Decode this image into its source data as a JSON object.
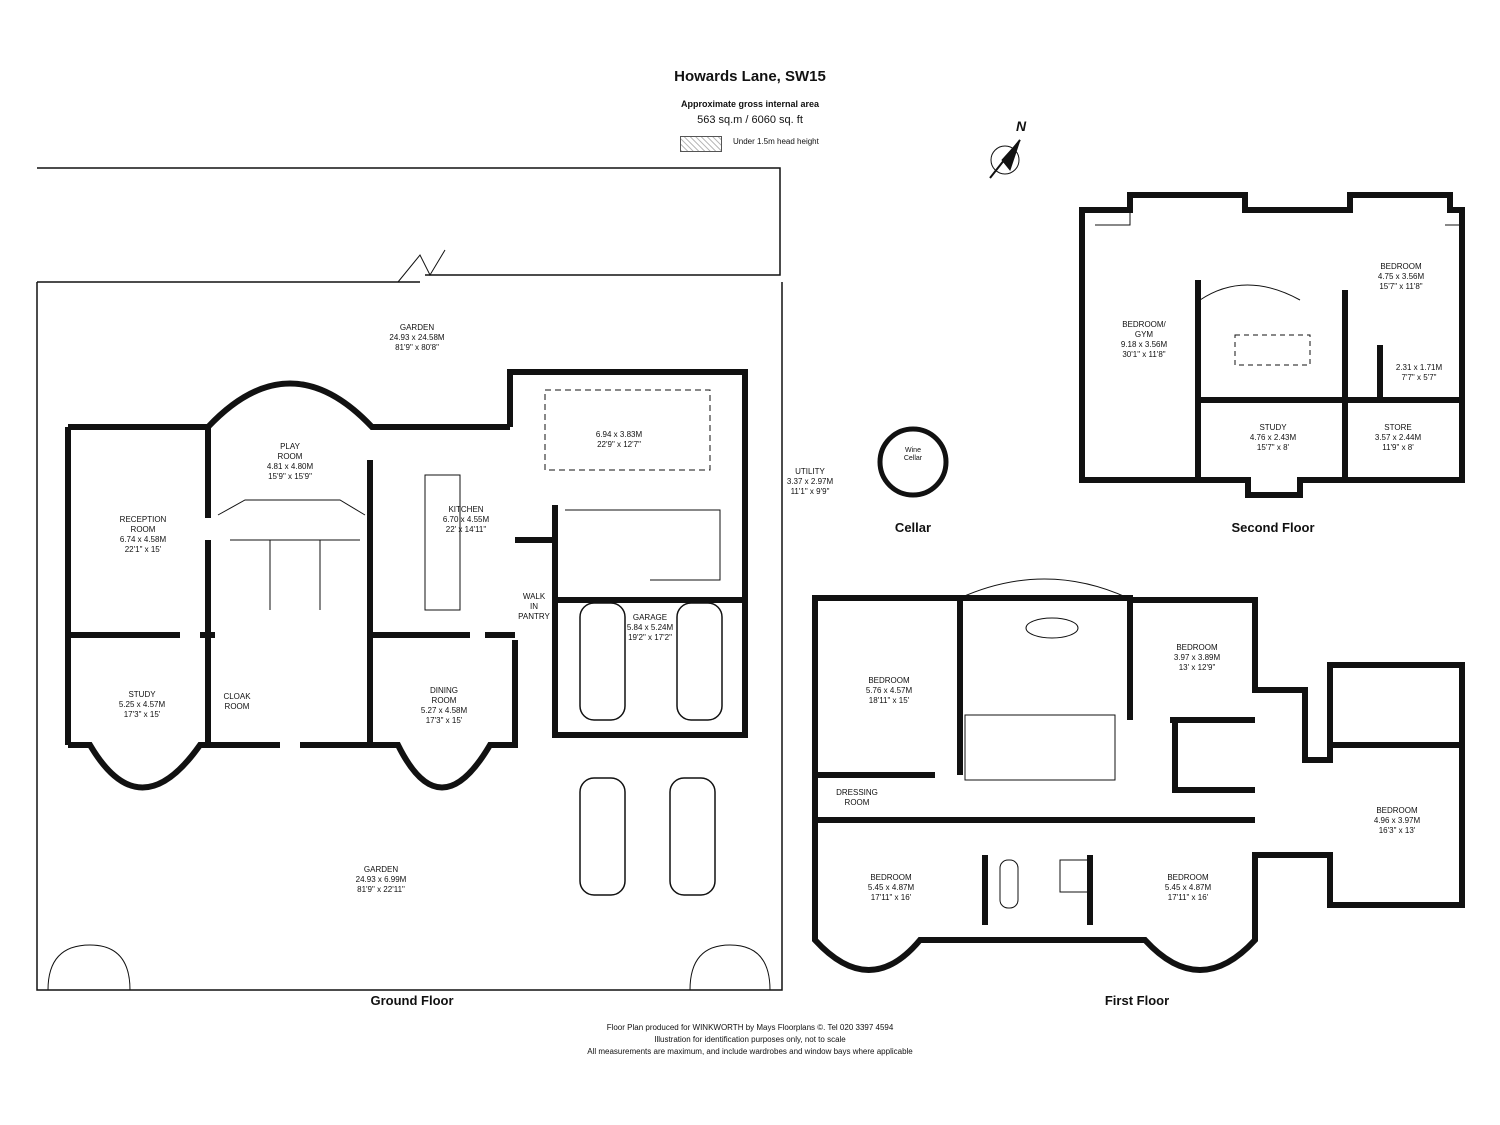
{
  "header": {
    "title": "Howards Lane, SW15",
    "area_label": "Approximate gross internal area",
    "area_value": "563 sq.m /  6060 sq. ft",
    "legend_label": "Under 1.5m head height"
  },
  "compass": {
    "north": "N"
  },
  "ground_floor": {
    "name": "Ground Floor",
    "rooms": {
      "garden_rear": [
        "GARDEN",
        "24.93 x 24.58M",
        "81'9\" x 80'8\""
      ],
      "play_room": [
        "PLAY",
        "ROOM",
        "4.81 x 4.80M",
        "15'9\" x 15'9\""
      ],
      "reception": [
        "RECEPTION",
        "ROOM",
        "6.74 x 4.58M",
        "22'1\" x 15'"
      ],
      "kitchen": [
        "KITCHEN",
        "6.70 x 4.55M",
        "22' x 14'11\""
      ],
      "family": [
        "6.94 x 3.83M",
        "22'9\" x 12'7\""
      ],
      "utility": [
        "UTILITY",
        "3.37 x 2.97M",
        "11'1\" x 9'9\""
      ],
      "walk_in_pantry": [
        "WALK",
        "IN",
        "PANTRY"
      ],
      "garage": [
        "GARAGE",
        "5.84 x 5.24M",
        "19'2\" x 17'2\""
      ],
      "study": [
        "STUDY",
        "5.25 x 4.57M",
        "17'3\" x 15'"
      ],
      "cloak": [
        "CLOAK",
        "ROOM"
      ],
      "dining": [
        "DINING",
        "ROOM",
        "5.27 x 4.58M",
        "17'3\" x 15'"
      ],
      "garden_front": [
        "GARDEN",
        "24.93 x 6.99M",
        "81'9\" x 22'11\""
      ]
    }
  },
  "cellar": {
    "name": "Cellar",
    "rooms": {
      "wine": [
        "Wine",
        "Cellar"
      ]
    }
  },
  "second_floor": {
    "name": "Second Floor",
    "rooms": {
      "bedroom_gym": [
        "BEDROOM/",
        "GYM",
        "9.18 x 3.56M",
        "30'1\" x 11'8\""
      ],
      "bedroom": [
        "BEDROOM",
        "4.75 x 3.56M",
        "15'7\" x 11'8\""
      ],
      "small": [
        "2.31 x 1.71M",
        "7'7\" x 5'7\""
      ],
      "study": [
        "STUDY",
        "4.76 x 2.43M",
        "15'7\" x 8'"
      ],
      "store": [
        "STORE",
        "3.57 x 2.44M",
        "11'9\" x 8'"
      ]
    }
  },
  "first_floor": {
    "name": "First Floor",
    "rooms": {
      "bedroom_a": [
        "BEDROOM",
        "5.76 x 4.57M",
        "18'11\" x 15'"
      ],
      "bedroom_b": [
        "BEDROOM",
        "3.97 x 3.89M",
        "13' x 12'9\""
      ],
      "dressing": [
        "DRESSING",
        "ROOM"
      ],
      "bedroom_c": [
        "BEDROOM",
        "4.96 x 3.97M",
        "16'3\" x 13'"
      ],
      "bedroom_d": [
        "BEDROOM",
        "5.45 x 4.87M",
        "17'11\" x 16'"
      ],
      "bedroom_e": [
        "BEDROOM",
        "5.45 x 4.87M",
        "17'11\" x 16'"
      ]
    }
  },
  "footer": {
    "line1": "Floor Plan produced for WINKWORTH by Mays Floorplans ©. Tel 020 3397 4594",
    "line2": "Illustration for identification purposes only, not to scale",
    "line3": "All measurements are maximum, and include wardrobes and window bays where applicable"
  }
}
